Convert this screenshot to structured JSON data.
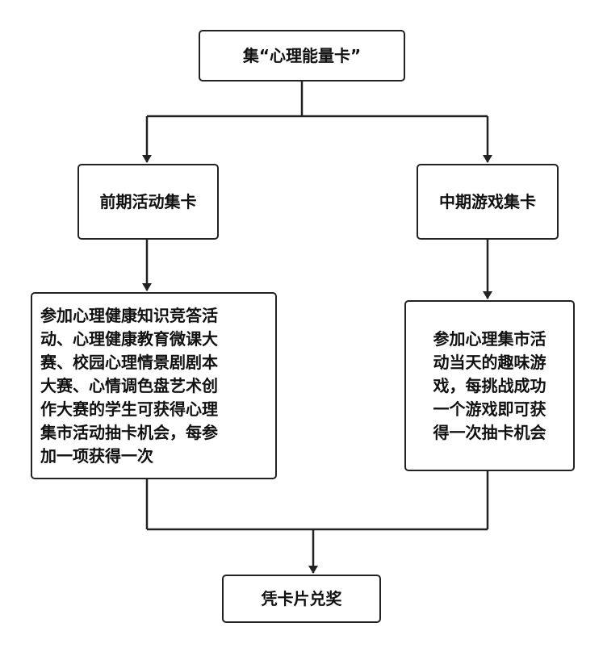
{
  "flowchart": {
    "top": "集“心理能量卡”",
    "left_branch": "前期活动集卡",
    "right_branch": "中期游戏集卡",
    "left_detail": "参加心理健康知识竞答活\n动、心理健康教育微课大\n赛、校园心理情景剧剧本\n大赛、心情调色盘艺术创\n作大赛的学生可获得心理\n集市活动抽卡机会，每参\n加一项获得一次",
    "right_detail": "参加心理集市活\n动当天的趣味游\n戏，每挑战成功\n一个游戏即可获\n得一次抽卡机会",
    "bottom": "凭卡片兑奖"
  },
  "colors": {
    "line": "#222222",
    "box_border": "#222222",
    "text": "#111111",
    "background": "#ffffff"
  }
}
